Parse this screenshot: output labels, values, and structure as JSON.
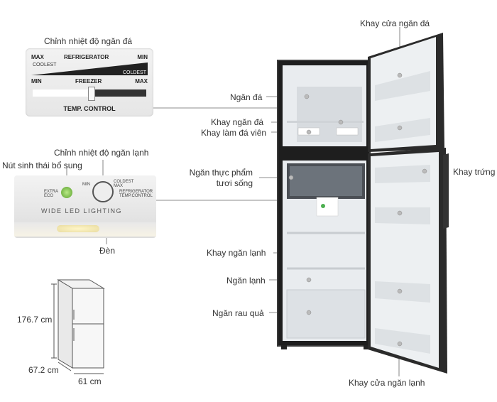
{
  "labels": {
    "temp_freezer": "Chỉnh nhiệt độ ngăn đá",
    "temp_fridge": "Chỉnh nhiệt độ ngăn lạnh",
    "eco_button": "Nút sinh thái bổ sung",
    "lamp": "Đèn",
    "freezer_door_tray": "Khay cửa ngăn đá",
    "freezer": "Ngăn đá",
    "ice_tray": "Khay ngăn đá",
    "ice_maker": "Khay làm đá viên",
    "fresh_food": "Ngăn thực phẩm\ntươi sống",
    "egg_tray": "Khay trứng",
    "fridge_shelf": "Khay ngăn lạnh",
    "fridge": "Ngăn lạnh",
    "crisper": "Ngăn rau quả",
    "fridge_door_tray": "Khay cửa ngăn lạnh"
  },
  "dimensions": {
    "height": "176.7 cm",
    "depth": "67.2 cm",
    "width": "61 cm"
  },
  "temp_control_panel": {
    "max_left": "MAX",
    "refrigerator": "REFRIGERATOR",
    "min_right": "MIN",
    "coolest_left": "COOLEST",
    "coldest_right": "COLDEST",
    "min_left": "MIN",
    "freezer": "FREEZER",
    "max_right": "MAX",
    "temp_control": "TEMP. CONTROL"
  },
  "control_panel": {
    "extra_eco": "EXTRA\nECO",
    "min": "MIN",
    "coldest_max": "COLDEST\nMAX",
    "refrigerator_temp_control": "REFRIGERATOR\nTEMP.CONTROL",
    "wide_led_lighting": "WIDE LED LIGHTING"
  }
}
